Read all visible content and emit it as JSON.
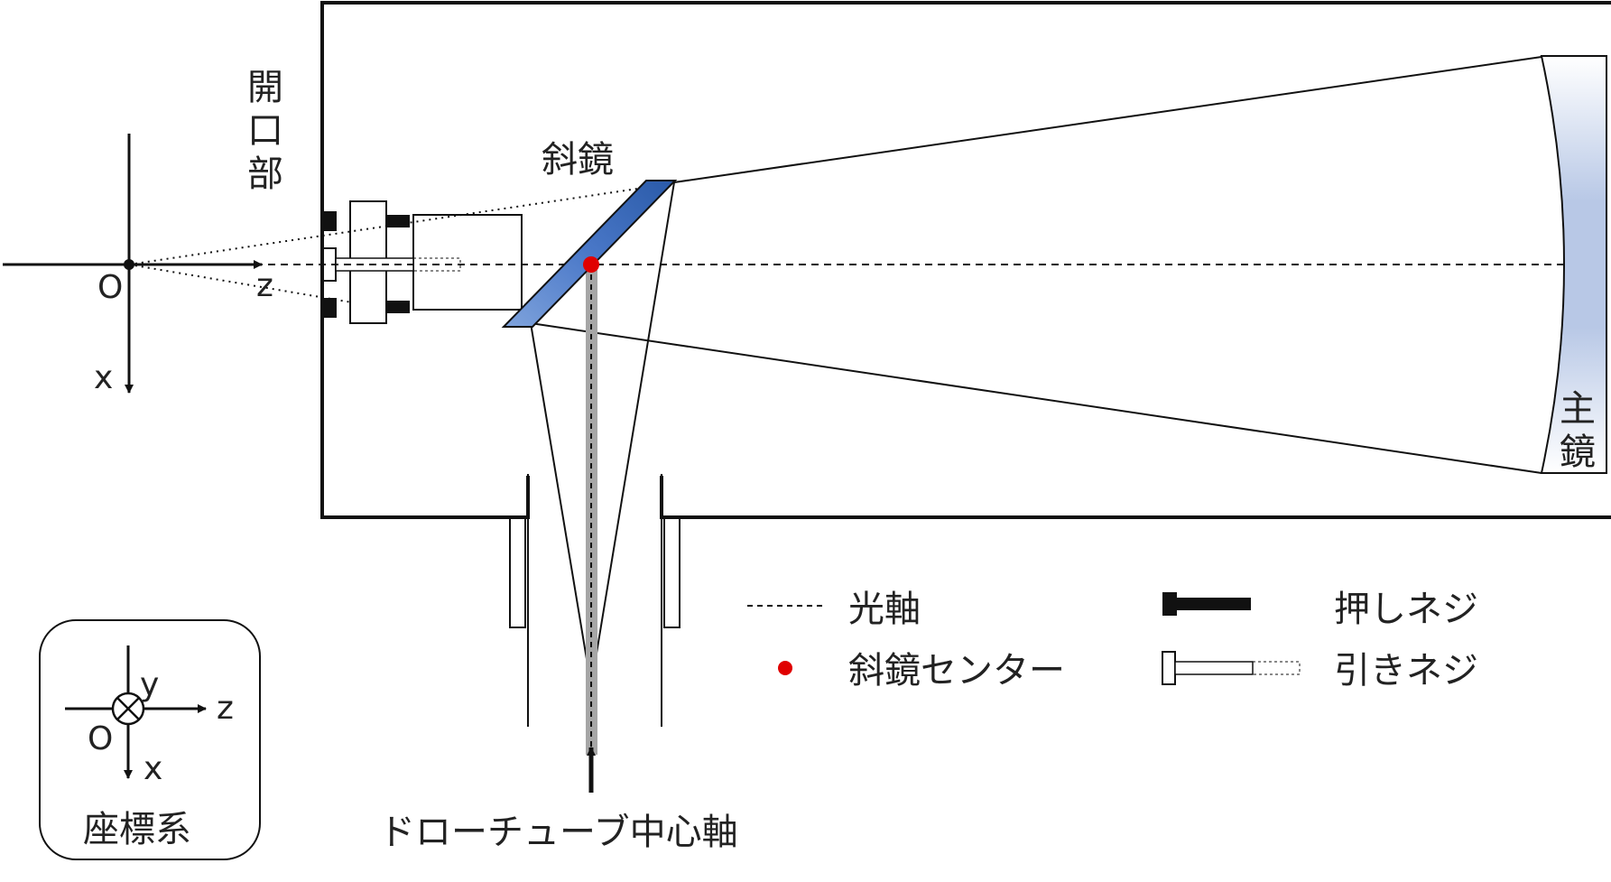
{
  "labels": {
    "aperture": [
      "開",
      "口",
      "部"
    ],
    "secondary_mirror": "斜鏡",
    "primary_mirror": [
      "主",
      "鏡"
    ],
    "draw_tube_axis": "ドローチューブ中心軸",
    "origin": "O",
    "axis_z": "z",
    "axis_x": "x"
  },
  "legend": {
    "optical_axis": "光軸",
    "mirror_center": "斜鏡センター",
    "push_screw": "押しネジ",
    "pull_screw": "引きネジ"
  },
  "coordinate_box": {
    "title": "座標系",
    "origin": "O",
    "axis_y": "y",
    "axis_z": "z",
    "axis_x": "x"
  },
  "colors": {
    "line": "#111111",
    "mirror_center_dot": "#e00000",
    "secondary_mirror_fill": "#4a78c8",
    "primary_mirror_fill": "#c8d4ea",
    "draw_tube_axis_bar": "#a6a6a6"
  }
}
